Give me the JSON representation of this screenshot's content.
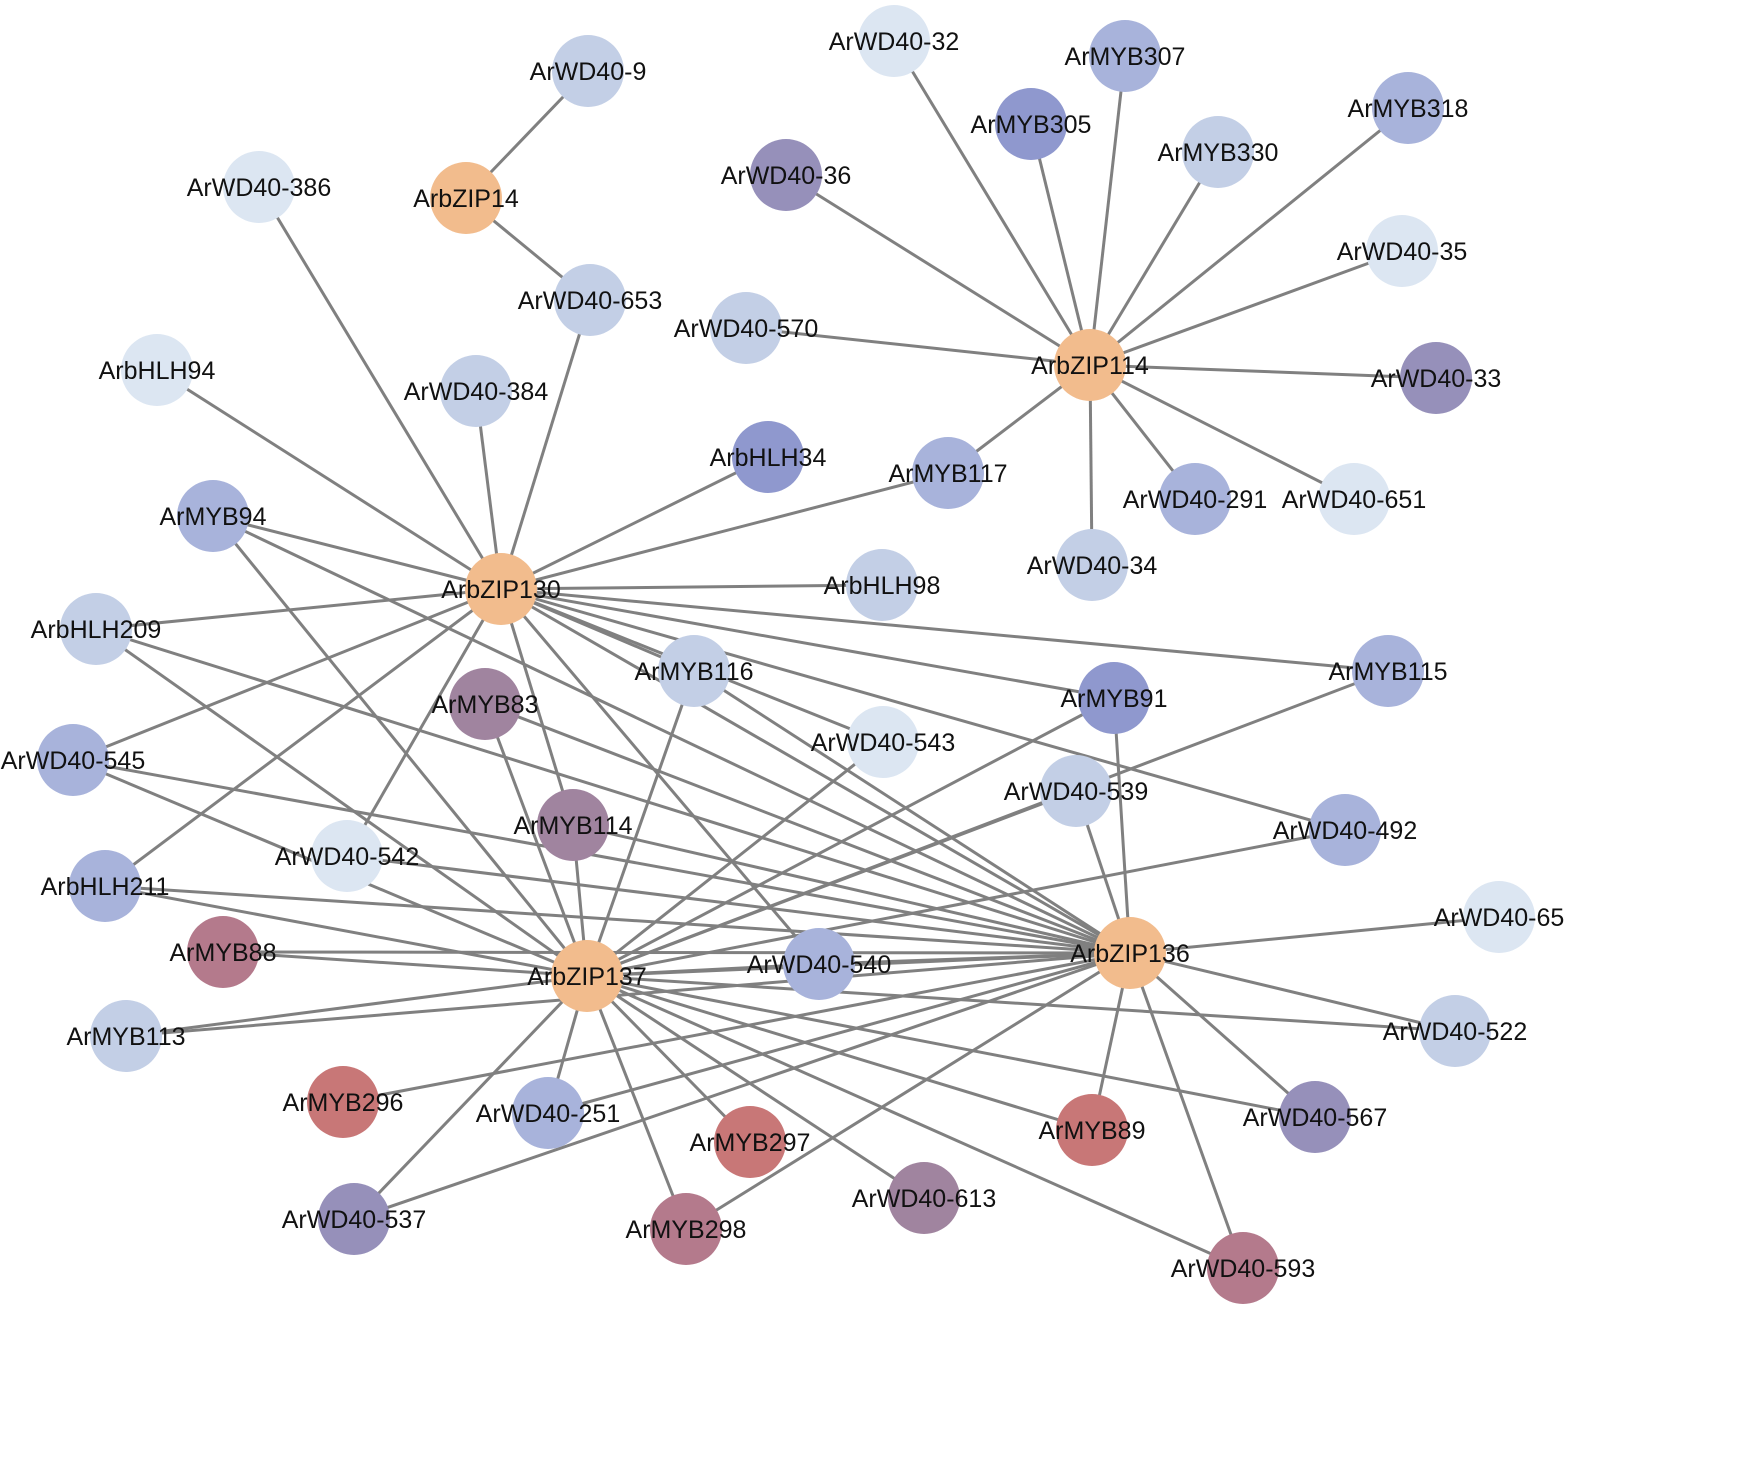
{
  "colors": {
    "edge": "#808080",
    "hub": "#F2BC8D",
    "very_light_blue": "#DCE6F2",
    "light_blue": "#C3CFE6",
    "periwinkle": "#A8B3DB",
    "medium_blue": "#8F98CE",
    "slate_purple": "#9690BA",
    "mauve": "#A0849F",
    "rose": "#B47A8C",
    "red": "#C87777"
  },
  "nodes": [
    {
      "id": "ArbZIP14",
      "label": "ArbZIP14",
      "color": "hub"
    },
    {
      "id": "ArbZIP114",
      "label": "ArbZIP114",
      "color": "hub"
    },
    {
      "id": "ArbZIP130",
      "label": "ArbZIP130",
      "color": "hub"
    },
    {
      "id": "ArbZIP136",
      "label": "ArbZIP136",
      "color": "hub"
    },
    {
      "id": "ArbZIP137",
      "label": "ArbZIP137",
      "color": "hub"
    },
    {
      "id": "ArWD40-9",
      "label": "ArWD40-9",
      "color": "light_blue"
    },
    {
      "id": "ArWD40-32",
      "label": "ArWD40-32",
      "color": "very_light_blue"
    },
    {
      "id": "ArMYB307",
      "label": "ArMYB307",
      "color": "periwinkle"
    },
    {
      "id": "ArMYB305",
      "label": "ArMYB305",
      "color": "medium_blue"
    },
    {
      "id": "ArMYB318",
      "label": "ArMYB318",
      "color": "periwinkle"
    },
    {
      "id": "ArMYB330",
      "label": "ArMYB330",
      "color": "light_blue"
    },
    {
      "id": "ArWD40-36",
      "label": "ArWD40-36",
      "color": "slate_purple"
    },
    {
      "id": "ArWD40-386",
      "label": "ArWD40-386",
      "color": "very_light_blue"
    },
    {
      "id": "ArWD40-35",
      "label": "ArWD40-35",
      "color": "very_light_blue"
    },
    {
      "id": "ArWD40-653",
      "label": "ArWD40-653",
      "color": "light_blue"
    },
    {
      "id": "ArWD40-570",
      "label": "ArWD40-570",
      "color": "light_blue"
    },
    {
      "id": "ArbHLH94",
      "label": "ArbHLH94",
      "color": "very_light_blue"
    },
    {
      "id": "ArWD40-33",
      "label": "ArWD40-33",
      "color": "slate_purple"
    },
    {
      "id": "ArWD40-384",
      "label": "ArWD40-384",
      "color": "light_blue"
    },
    {
      "id": "ArbHLH34",
      "label": "ArbHLH34",
      "color": "medium_blue"
    },
    {
      "id": "ArMYB117",
      "label": "ArMYB117",
      "color": "periwinkle"
    },
    {
      "id": "ArWD40-291",
      "label": "ArWD40-291",
      "color": "periwinkle"
    },
    {
      "id": "ArWD40-651",
      "label": "ArWD40-651",
      "color": "very_light_blue"
    },
    {
      "id": "ArMYB94",
      "label": "ArMYB94",
      "color": "periwinkle"
    },
    {
      "id": "ArWD40-34",
      "label": "ArWD40-34",
      "color": "light_blue"
    },
    {
      "id": "ArbHLH98",
      "label": "ArbHLH98",
      "color": "light_blue"
    },
    {
      "id": "ArbHLH209",
      "label": "ArbHLH209",
      "color": "light_blue"
    },
    {
      "id": "ArMYB116",
      "label": "ArMYB116",
      "color": "light_blue"
    },
    {
      "id": "ArMYB115",
      "label": "ArMYB115",
      "color": "periwinkle"
    },
    {
      "id": "ArMYB83",
      "label": "ArMYB83",
      "color": "mauve"
    },
    {
      "id": "ArMYB91",
      "label": "ArMYB91",
      "color": "medium_blue"
    },
    {
      "id": "ArWD40-543",
      "label": "ArWD40-543",
      "color": "very_light_blue"
    },
    {
      "id": "ArWD40-545",
      "label": "ArWD40-545",
      "color": "periwinkle"
    },
    {
      "id": "ArWD40-539",
      "label": "ArWD40-539",
      "color": "light_blue"
    },
    {
      "id": "ArMYB114",
      "label": "ArMYB114",
      "color": "mauve"
    },
    {
      "id": "ArWD40-492",
      "label": "ArWD40-492",
      "color": "periwinkle"
    },
    {
      "id": "ArWD40-542",
      "label": "ArWD40-542",
      "color": "very_light_blue"
    },
    {
      "id": "ArbHLH211",
      "label": "ArbHLH211",
      "color": "periwinkle"
    },
    {
      "id": "ArWD40-65",
      "label": "ArWD40-65",
      "color": "very_light_blue"
    },
    {
      "id": "ArMYB88",
      "label": "ArMYB88",
      "color": "rose"
    },
    {
      "id": "ArWD40-540",
      "label": "ArWD40-540",
      "color": "periwinkle"
    },
    {
      "id": "ArMYB113",
      "label": "ArMYB113",
      "color": "light_blue"
    },
    {
      "id": "ArWD40-522",
      "label": "ArWD40-522",
      "color": "light_blue"
    },
    {
      "id": "ArMYB296",
      "label": "ArMYB296",
      "color": "red"
    },
    {
      "id": "ArWD40-251",
      "label": "ArWD40-251",
      "color": "periwinkle"
    },
    {
      "id": "ArWD40-567",
      "label": "ArWD40-567",
      "color": "slate_purple"
    },
    {
      "id": "ArMYB297",
      "label": "ArMYB297",
      "color": "red"
    },
    {
      "id": "ArMYB89",
      "label": "ArMYB89",
      "color": "red"
    },
    {
      "id": "ArWD40-613",
      "label": "ArWD40-613",
      "color": "mauve"
    },
    {
      "id": "ArWD40-537",
      "label": "ArWD40-537",
      "color": "slate_purple"
    },
    {
      "id": "ArMYB298",
      "label": "ArMYB298",
      "color": "rose"
    },
    {
      "id": "ArWD40-593",
      "label": "ArWD40-593",
      "color": "rose"
    }
  ],
  "edges": [
    [
      "ArbZIP14",
      "ArWD40-9"
    ],
    [
      "ArbZIP14",
      "ArWD40-653"
    ],
    [
      "ArbZIP114",
      "ArWD40-32"
    ],
    [
      "ArbZIP114",
      "ArMYB307"
    ],
    [
      "ArbZIP114",
      "ArMYB305"
    ],
    [
      "ArbZIP114",
      "ArMYB318"
    ],
    [
      "ArbZIP114",
      "ArMYB330"
    ],
    [
      "ArbZIP114",
      "ArWD40-36"
    ],
    [
      "ArbZIP114",
      "ArWD40-35"
    ],
    [
      "ArbZIP114",
      "ArWD40-570"
    ],
    [
      "ArbZIP114",
      "ArWD40-33"
    ],
    [
      "ArbZIP114",
      "ArMYB117"
    ],
    [
      "ArbZIP114",
      "ArWD40-291"
    ],
    [
      "ArbZIP114",
      "ArWD40-651"
    ],
    [
      "ArbZIP114",
      "ArWD40-34"
    ],
    [
      "ArbZIP130",
      "ArWD40-386"
    ],
    [
      "ArbZIP130",
      "ArWD40-653"
    ],
    [
      "ArbZIP130",
      "ArbHLH94"
    ],
    [
      "ArbZIP130",
      "ArWD40-384"
    ],
    [
      "ArbZIP130",
      "ArbHLH34"
    ],
    [
      "ArbZIP130",
      "ArMYB117"
    ],
    [
      "ArbZIP130",
      "ArMYB94"
    ],
    [
      "ArbZIP130",
      "ArbHLH98"
    ],
    [
      "ArbZIP130",
      "ArbHLH209"
    ],
    [
      "ArbZIP130",
      "ArMYB116"
    ],
    [
      "ArbZIP130",
      "ArMYB115"
    ],
    [
      "ArbZIP130",
      "ArMYB91"
    ],
    [
      "ArbZIP130",
      "ArWD40-543"
    ],
    [
      "ArbZIP130",
      "ArWD40-545"
    ],
    [
      "ArbZIP130",
      "ArWD40-492"
    ],
    [
      "ArbZIP130",
      "ArWD40-542"
    ],
    [
      "ArbZIP130",
      "ArbHLH211"
    ],
    [
      "ArbZIP130",
      "ArMYB114"
    ],
    [
      "ArbZIP130",
      "ArWD40-540"
    ],
    [
      "ArbZIP130",
      "ArbZIP136"
    ],
    [
      "ArbZIP136",
      "ArMYB94"
    ],
    [
      "ArbZIP136",
      "ArbHLH209"
    ],
    [
      "ArbZIP136",
      "ArMYB83"
    ],
    [
      "ArbZIP136",
      "ArMYB116"
    ],
    [
      "ArbZIP136",
      "ArMYB91"
    ],
    [
      "ArbZIP136",
      "ArWD40-545"
    ],
    [
      "ArbZIP136",
      "ArWD40-539"
    ],
    [
      "ArbZIP136",
      "ArWD40-542"
    ],
    [
      "ArbZIP136",
      "ArbHLH211"
    ],
    [
      "ArbZIP136",
      "ArWD40-65"
    ],
    [
      "ArbZIP136",
      "ArMYB88"
    ],
    [
      "ArbZIP136",
      "ArWD40-540"
    ],
    [
      "ArbZIP136",
      "ArMYB113"
    ],
    [
      "ArbZIP136",
      "ArWD40-522"
    ],
    [
      "ArbZIP136",
      "ArMYB296"
    ],
    [
      "ArbZIP136",
      "ArWD40-251"
    ],
    [
      "ArbZIP136",
      "ArWD40-567"
    ],
    [
      "ArbZIP136",
      "ArMYB89"
    ],
    [
      "ArbZIP136",
      "ArWD40-537"
    ],
    [
      "ArbZIP136",
      "ArMYB298"
    ],
    [
      "ArbZIP136",
      "ArWD40-593"
    ],
    [
      "ArbZIP136",
      "ArMYB114"
    ],
    [
      "ArbZIP136",
      "ArbZIP137"
    ],
    [
      "ArbZIP137",
      "ArMYB94"
    ],
    [
      "ArbZIP137",
      "ArbHLH209"
    ],
    [
      "ArbZIP137",
      "ArMYB83"
    ],
    [
      "ArbZIP137",
      "ArMYB116"
    ],
    [
      "ArbZIP137",
      "ArMYB115"
    ],
    [
      "ArbZIP137",
      "ArMYB91"
    ],
    [
      "ArbZIP137",
      "ArWD40-543"
    ],
    [
      "ArbZIP137",
      "ArWD40-539"
    ],
    [
      "ArbZIP137",
      "ArWD40-492"
    ],
    [
      "ArbZIP137",
      "ArMYB114"
    ],
    [
      "ArbZIP137",
      "ArbHLH211"
    ],
    [
      "ArbZIP137",
      "ArMYB88"
    ],
    [
      "ArbZIP137",
      "ArWD40-540"
    ],
    [
      "ArbZIP137",
      "ArMYB113"
    ],
    [
      "ArbZIP137",
      "ArWD40-522"
    ],
    [
      "ArbZIP137",
      "ArWD40-251"
    ],
    [
      "ArbZIP137",
      "ArWD40-567"
    ],
    [
      "ArbZIP137",
      "ArMYB297"
    ],
    [
      "ArbZIP137",
      "ArMYB89"
    ],
    [
      "ArbZIP137",
      "ArWD40-613"
    ],
    [
      "ArbZIP137",
      "ArWD40-537"
    ],
    [
      "ArbZIP137",
      "ArMYB298"
    ],
    [
      "ArbZIP137",
      "ArWD40-593"
    ],
    [
      "ArbZIP137",
      "ArWD40-545"
    ]
  ]
}
